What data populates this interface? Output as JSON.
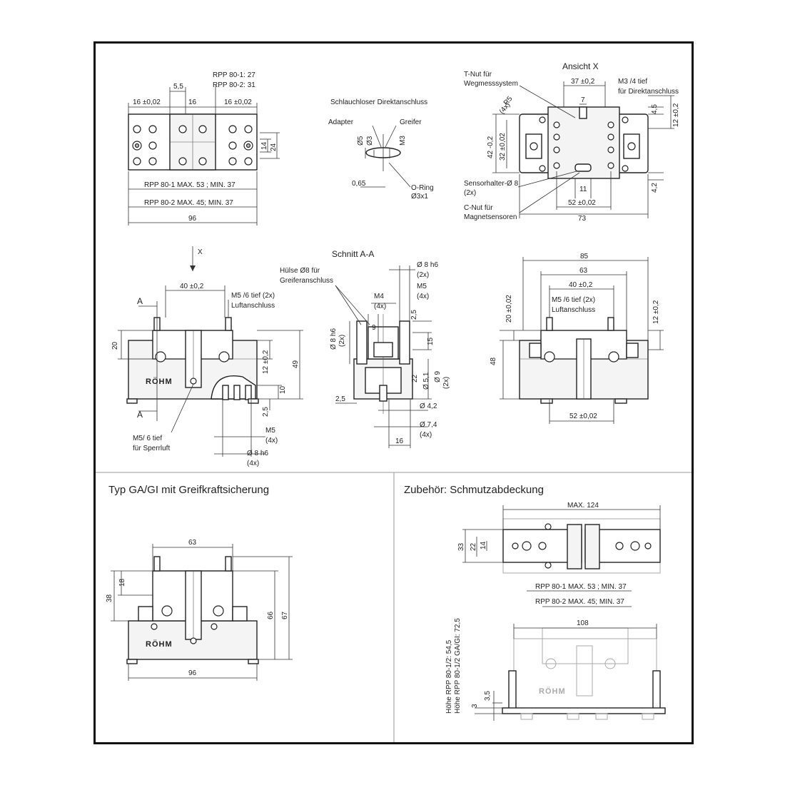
{
  "top_left": {
    "lbl_5_5": "5,5",
    "lbl_rpp1_27": "RPP 80-1: 27",
    "lbl_rpp2_31": "RPP 80-2: 31",
    "lbl_16_002_a": "16 ±0,02",
    "lbl_16": "16",
    "lbl_16_002_b": "16 ±0,02",
    "lbl_14": "14",
    "lbl_24": "24",
    "lbl_rpp1": "RPP 80-1 MAX. 53 ; MIN. 37",
    "lbl_rpp2": "RPP 80-2 MAX. 45; MIN. 37",
    "lbl_96": "96"
  },
  "top_middle": {
    "title": "Schlauchloser Direktanschluss",
    "adapter": "Adapter",
    "greifer": "Greifer",
    "d5": "Ø5",
    "d3": "Ø3",
    "m3": "M3",
    "v065": "0,65",
    "oring": "O-Ring",
    "oring_size": "Ø3x1"
  },
  "top_right": {
    "title": "Ansicht X",
    "tnut1": "T-Nut für",
    "tnut2": "Wegmesssystem",
    "v37": "37 ±0,2",
    "m3_1": "M3  /4 tief",
    "m3_2": "für Direktanschluss",
    "r5": "R5",
    "r5_4x": "(4x)",
    "v7": "7",
    "v4_5": "4,5",
    "v12_02": "12 ±0,2",
    "v42": "42 -0,2",
    "v32": "32 ±0,02",
    "sensor1": "Sensorhalter-Ø 8",
    "sensor2": "(2x)",
    "v11": "11",
    "v4_2": "4,2",
    "cnut1": "C-Nut für",
    "cnut2": "Magnetsensoren",
    "v52": "52 ±0,02",
    "v73": "73"
  },
  "mid_left": {
    "x": "X",
    "a_top": "A",
    "a_bot": "A",
    "v40": "40 ±0,2",
    "m5_1": "M5  /6 tief (2x)",
    "m5_2": "Luftanschluss",
    "v20": "20",
    "v12": "12 ±0,2",
    "v49": "49",
    "v10": "10",
    "v2_5": "2,5",
    "m5": "M5",
    "m5_4x": "(4x)",
    "d8": "Ø 8 h6",
    "d8_4x": "(4x)",
    "sp1": "M5/ 6 tief",
    "sp2": "für Sperrluft",
    "logo": "RÖHM"
  },
  "mid_center": {
    "title": "Schnitt A-A",
    "d8h6": "Ø 8 h6",
    "d8h6_2x": "(2x)",
    "hulse1": "Hülse  Ø8 für",
    "hulse2": "Greiferanschluss",
    "m4": "M4",
    "m4_4x": "(4x)",
    "m5": "M5",
    "m5_4x": "(4x)",
    "v9": "9",
    "v2_5a": "2,5",
    "d8h6_side": "Ø 8 h6",
    "d8h6_side_2x": "(2x)",
    "v15": "15",
    "v22": "22",
    "d5_1": "Ø 5,1",
    "d9": "Ø 9",
    "d9_2x": "(2x)",
    "v2_5b": "2,5",
    "d4_2": "Ø 4,2",
    "d7_4": "Ø 7,4",
    "d7_4_4x": "(4x)",
    "v16": "16"
  },
  "mid_right": {
    "v85": "85",
    "v63": "63",
    "v40": "40 ±0,2",
    "m5_1": "M5  /6 tief (2x)",
    "m5_2": "Luftanschluss",
    "v20": "20 ±0,02",
    "v12": "12 ±0,2",
    "v48": "48",
    "v52": "52 ±0,02"
  },
  "bottom_left": {
    "title": "Typ GA/GI mit Greifkraftsicherung",
    "v63": "63",
    "v38": "38",
    "v18": "18",
    "v66": "66",
    "v67": "67",
    "v96": "96",
    "logo": "RÖHM"
  },
  "bottom_right": {
    "title": "Zubehör: Schmutzabdeckung",
    "max124": "MAX. 124",
    "v33": "33",
    "v22": "22",
    "v14": "14",
    "rpp1": "RPP 80-1 MAX. 53 ; MIN. 37",
    "rpp2": "RPP 80-2 MAX. 45; MIN. 37",
    "v108": "108",
    "h1": "Höhe RPP 80-1/2: 54,5",
    "h2": "Höhe RPP 80-1/2 GA/GI: 72,5",
    "v3": "3",
    "v3_5": "3,5",
    "logo": "RÖHM"
  }
}
